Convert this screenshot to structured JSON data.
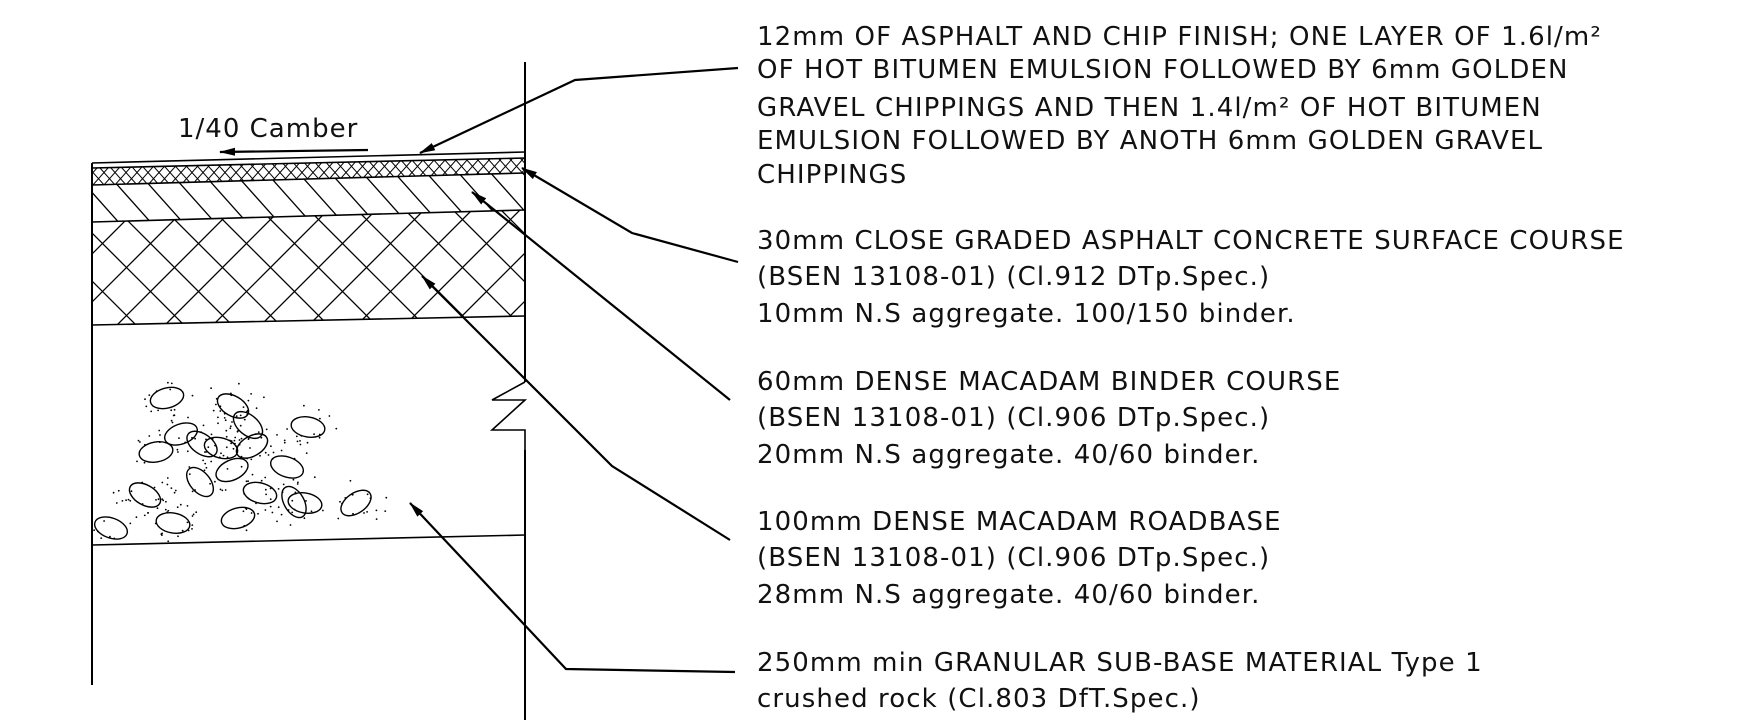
{
  "camber_label": "1/40 Camber",
  "notes": [
    {
      "lines": [
        "12mm OF ASPHALT AND CHIP FINISH; ONE LAYER OF 1.6l/m²",
        "OF HOT BITUMEN EMULSION FOLLOWED BY 6mm GOLDEN",
        "GRAVEL CHIPPINGS AND THEN 1.4l/m² OF HOT BITUMEN",
        "EMULSION FOLLOWED BY ANOTH 6mm GOLDEN GRAVEL",
        "CHIPPINGS"
      ]
    },
    {
      "lines": [
        "30mm CLOSE GRADED ASPHALT CONCRETE SURFACE COURSE",
        "(BSEN 13108-01) (Cl.912 DTp.Spec.)",
        "10mm N.S aggregate. 100/150 binder."
      ]
    },
    {
      "lines": [
        "60mm DENSE MACADAM BINDER COURSE",
        "(BSEN 13108-01) (Cl.906 DTp.Spec.)",
        "20mm N.S aggregate. 40/60 binder."
      ]
    },
    {
      "lines": [
        "100mm DENSE MACADAM ROADBASE",
        "(BSEN 13108-01) (Cl.906 DTp.Spec.)",
        "28mm N.S aggregate. 40/60 binder."
      ]
    },
    {
      "lines": [
        "250mm min GRANULAR SUB-BASE MATERIAL Type 1",
        "crushed rock (Cl.803 DfT.Spec.)"
      ]
    }
  ]
}
